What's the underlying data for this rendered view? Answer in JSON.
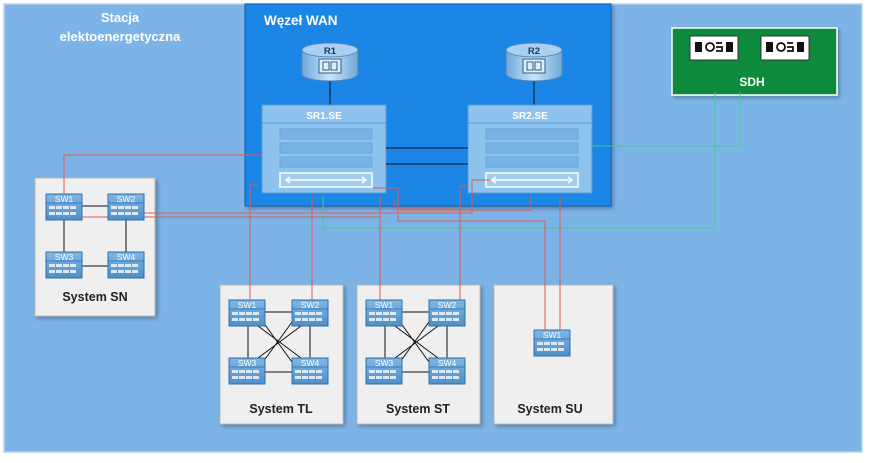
{
  "station": {
    "title_line1": "Stacja",
    "title_line2": "elektoenergetyczna"
  },
  "wan": {
    "title": "Węzeł WAN",
    "routers": [
      "R1",
      "R2"
    ],
    "servers": [
      "SR1.SE",
      "SR2.SE"
    ]
  },
  "sdh": {
    "title": "SDH"
  },
  "systems": {
    "sn": {
      "title": "System SN",
      "switches": [
        "SW1",
        "SW2",
        "SW3",
        "SW4"
      ]
    },
    "tl": {
      "title": "System TL",
      "switches": [
        "SW1",
        "SW2",
        "SW3",
        "SW4"
      ]
    },
    "st": {
      "title": "System ST",
      "switches": [
        "SW1",
        "SW2",
        "SW3",
        "SW4"
      ]
    },
    "su": {
      "title": "System SU",
      "switches": [
        "SW1"
      ]
    }
  },
  "colors": {
    "background": "#7db4e8",
    "wan_panel": "#1a86e6",
    "sdh_panel": "#0e8a3a",
    "system_box": "#efefef",
    "link_red": "#e05a4e",
    "link_green": "#3ccf8c",
    "link_black": "#111111"
  }
}
